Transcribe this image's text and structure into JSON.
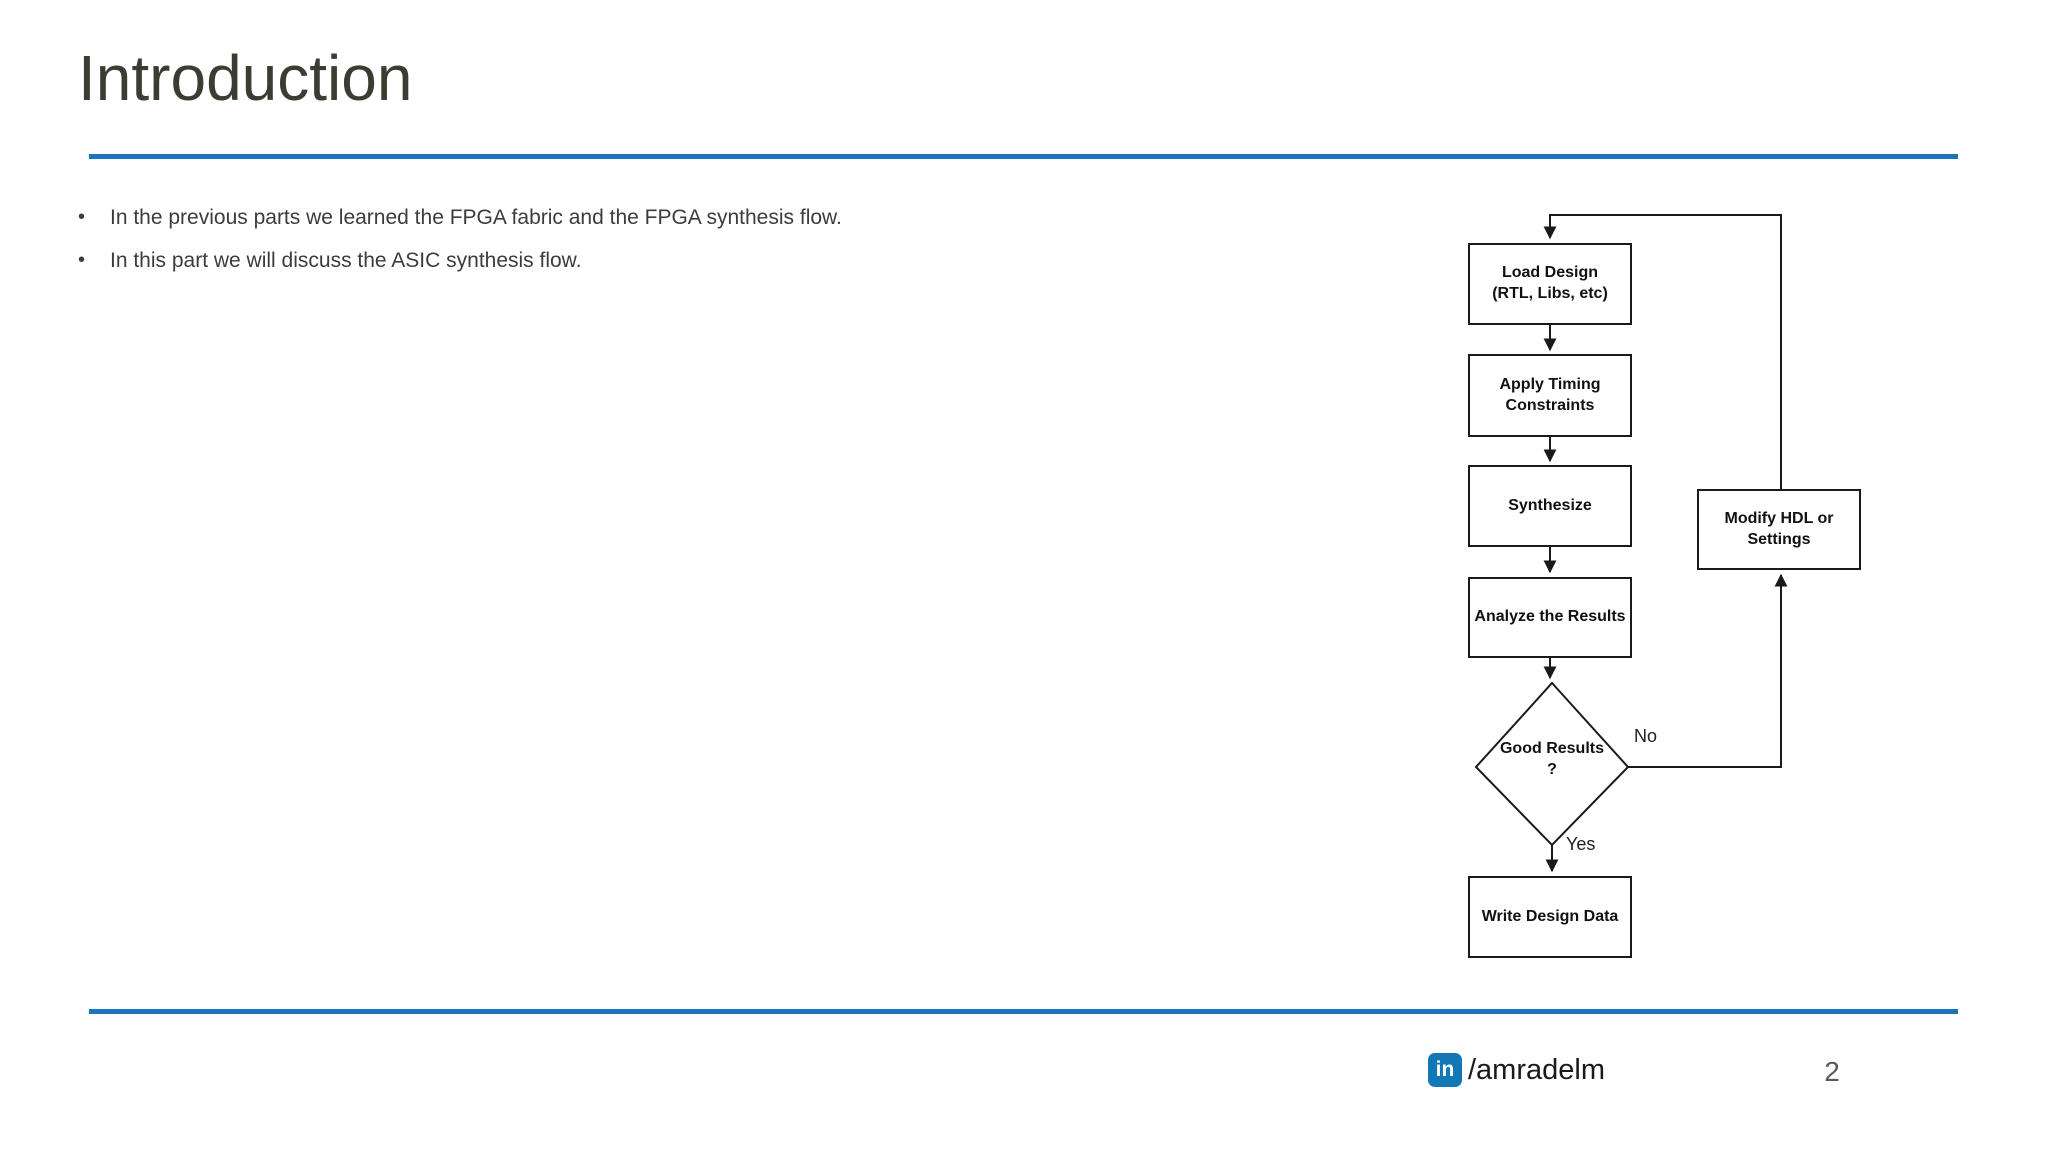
{
  "slide": {
    "title": "Introduction",
    "bullet_glyph": "•",
    "accent_color": "#1B75BC",
    "title_color": "#3D3C32",
    "line_color": "#1A1A1A"
  },
  "bullets": [
    {
      "text": "In the previous parts we learned the FPGA fabric and the FPGA synthesis flow."
    },
    {
      "text": "In this part we will discuss the ASIC synthesis flow."
    }
  ],
  "flowchart": {
    "nodes": {
      "load": {
        "label": "Load Design\n(RTL, Libs, etc)"
      },
      "apply_timing": {
        "label": "Apply Timing\nConstraints"
      },
      "synthesize": {
        "label": "Synthesize"
      },
      "analyze": {
        "label": "Analyze the Results"
      },
      "decision": {
        "label": "Good Results\n?"
      },
      "write": {
        "label": "Write Design Data"
      },
      "modify": {
        "label": "Modify HDL or\nSettings"
      }
    },
    "edge_labels": {
      "no": "No",
      "yes": "Yes"
    }
  },
  "footer": {
    "linkedin_glyph": "in",
    "handle": "/amradelm",
    "page_number": "2"
  }
}
